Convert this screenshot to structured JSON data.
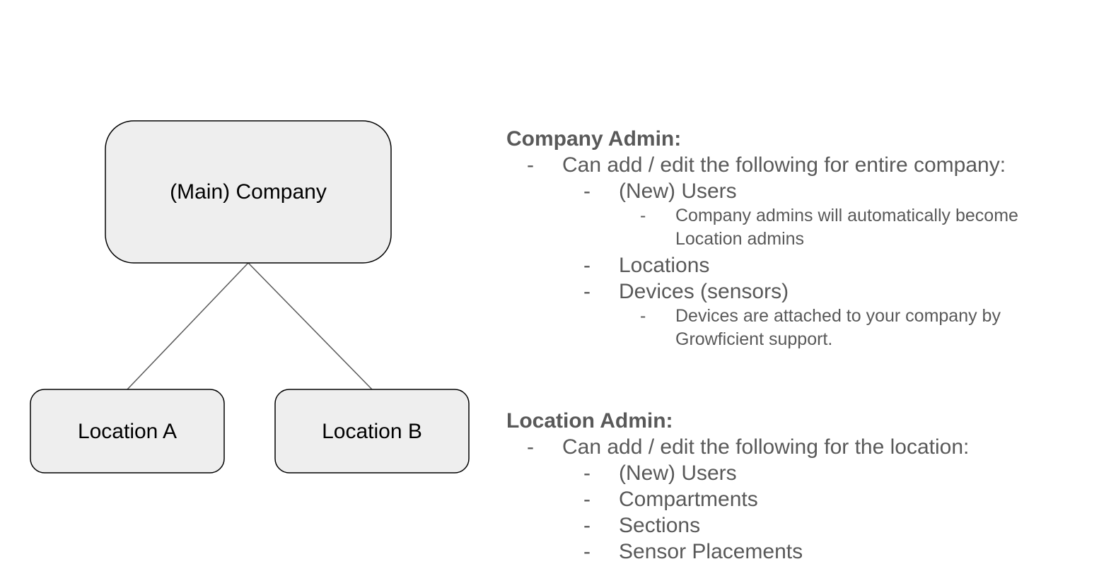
{
  "diagram": {
    "root": {
      "label": "(Main) Company"
    },
    "children": [
      {
        "label": "Location A"
      },
      {
        "label": "Location B"
      }
    ]
  },
  "company_admin": {
    "heading": "Company Admin:",
    "bullet": "-",
    "intro": "Can add / edit the following for entire company:",
    "items": [
      {
        "label": "(New) Users",
        "sub": "Company admins will automatically become Location admins"
      },
      {
        "label": "Locations"
      },
      {
        "label": "Devices (sensors)",
        "sub": "Devices are attached to your company by Growficient support."
      }
    ]
  },
  "location_admin": {
    "heading": "Location Admin:",
    "bullet": "-",
    "intro": "Can add / edit the following for the location:",
    "items": [
      {
        "label": "(New) Users"
      },
      {
        "label": "Compartments"
      },
      {
        "label": "Sections"
      },
      {
        "label": "Sensor Placements"
      }
    ]
  }
}
